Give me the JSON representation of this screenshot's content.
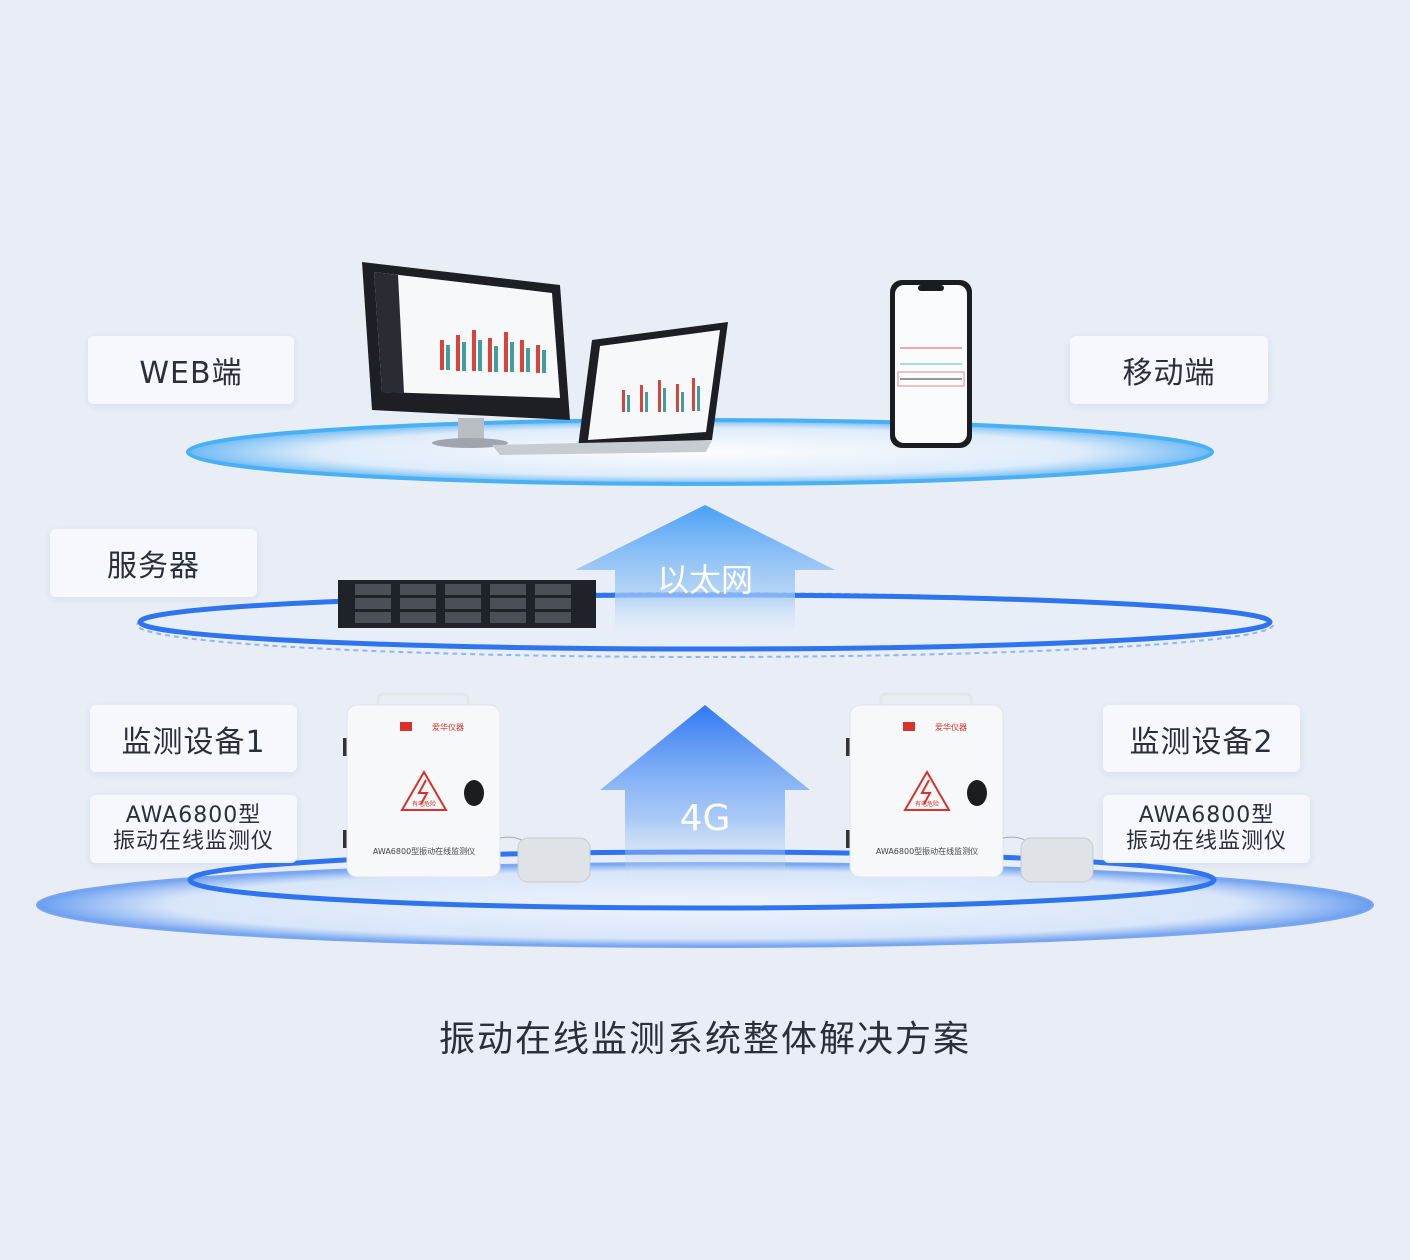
{
  "title": "振动在线监测系统整体解决方案",
  "layers": {
    "web": {
      "label": "WEB端"
    },
    "mobile": {
      "label": "移动端"
    },
    "server": {
      "label": "服务器"
    },
    "device1": {
      "label": "监测设备1",
      "model_line1": "AWA6800型",
      "model_line2": "振动在线监测仪"
    },
    "device2": {
      "label": "监测设备2",
      "model_line1": "AWA6800型",
      "model_line2": "振动在线监测仪"
    }
  },
  "links": {
    "ethernet": "以太网",
    "cellular": "4G"
  },
  "device_panel": {
    "brand": "爱华仪器",
    "warning": "有电危险",
    "name": "AWA6800型振动在线监测仪"
  },
  "colors": {
    "background": "#e9eef6",
    "ring_blue": "#2f7ff0",
    "arrow_blue": "#3d86f5",
    "brand_red": "#d8322a"
  }
}
